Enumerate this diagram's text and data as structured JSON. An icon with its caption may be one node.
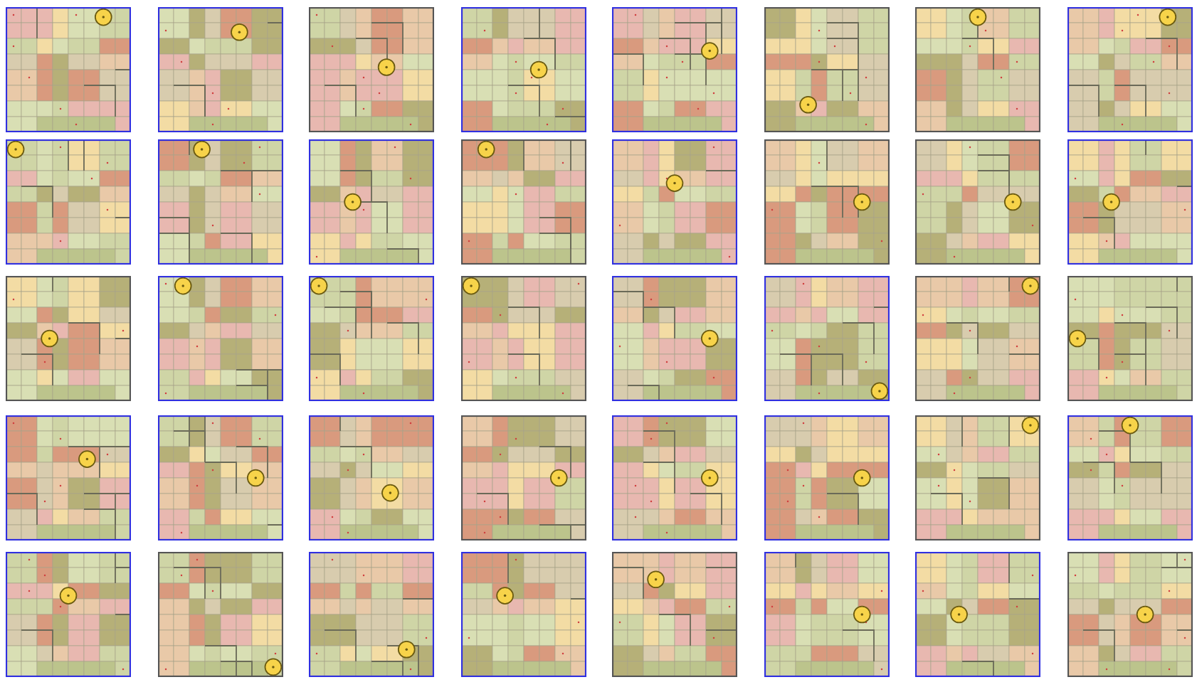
{
  "diagram": {
    "nodes": [
      {
        "text": [],
        "shape": "box"
      },
      {
        "text": [],
        "shape": "box"
      },
      {
        "text": [],
        "shape": "box"
      },
      {
        "text": [],
        "shape": "box"
      },
      {
        "text": [],
        "shape": "box"
      },
      {
        "text": [],
        "shape": "box"
      },
      {
        "text": [],
        "shape": "box"
      },
      {
        "text": [],
        "shape": "box"
      },
      {
        "text": [],
        "shape": "box"
      },
      {
        "text": [],
        "shape": "box"
      },
      {
        "text": [],
        "shape": "box"
      },
      {
        "text": [],
        "shape": "box"
      },
      {
        "text": [],
        "shape": "box"
      },
      {
        "text": [],
        "shape": "box"
      },
      {
        "text": [],
        "shape": "box"
      },
      {
        "text": [],
        "shape": "box"
      },
      {
        "text": [],
        "shape": "box"
      },
      {
        "text": [],
        "shape": "box"
      },
      {
        "text": [],
        "shape": "box"
      },
      {
        "text": [],
        "shape": "box"
      },
      {
        "text": [],
        "shape": "box"
      },
      {
        "text": [],
        "shape": "box"
      },
      {
        "text": [],
        "shape": "box"
      },
      {
        "text": [],
        "shape": "box"
      },
      {
        "text": [],
        "shape": "box"
      },
      {
        "text": [],
        "shape": "box"
      },
      {
        "text": [],
        "shape": "box"
      },
      {
        "text": [],
        "shape": "box"
      },
      {
        "text": [],
        "shape": "box"
      },
      {
        "text": [],
        "shape": "box"
      },
      {
        "text": [],
        "shape": "box"
      },
      {
        "text": [],
        "shape": "box"
      },
      {
        "text": [],
        "shape": "box"
      },
      {
        "text": [],
        "shape": "box"
      },
      {
        "text": [],
        "shape": "box"
      },
      {
        "text": [],
        "shape": "box"
      },
      {
        "text": [],
        "shape": "box"
      },
      {
        "text": [],
        "shape": "box"
      },
      {
        "text": [],
        "shape": "box"
      },
      {
        "text": [],
        "shape": "box"
      }
    ]
  }
}
